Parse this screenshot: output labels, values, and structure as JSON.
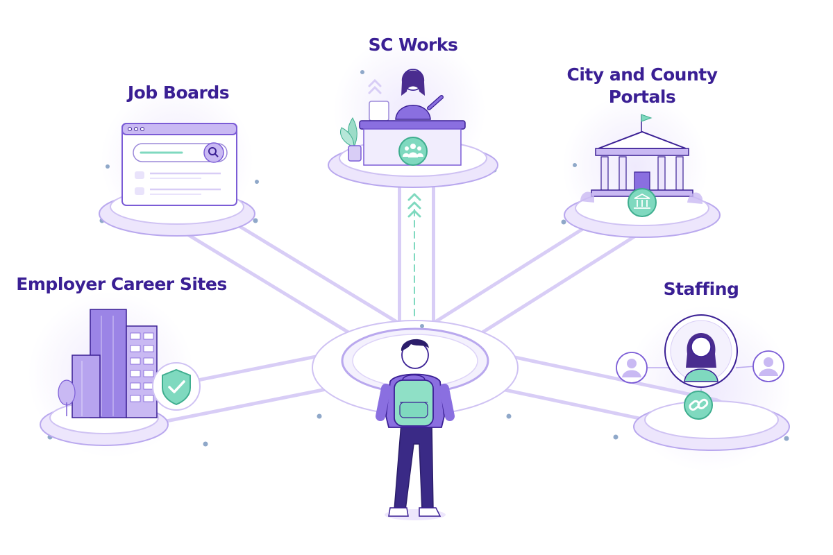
{
  "nodes": {
    "sc_works": {
      "label": "SC Works",
      "icon": "people-group-icon"
    },
    "job_boards": {
      "label": "Job Boards",
      "icon": "search-icon"
    },
    "city_county": {
      "label_line1": "City and County",
      "label_line2": "Portals",
      "icon": "government-building-icon"
    },
    "employer_sites": {
      "label": "Employer Career Sites",
      "icon": "shield-check-icon"
    },
    "staffing": {
      "label": "Staffing",
      "icon": "link-icon"
    }
  },
  "colors": {
    "primary_text": "#3a1f94",
    "purple": "#7b5cd6",
    "light_purple": "#e9e3fb",
    "mint": "#7fd9bf",
    "mint_dark": "#3fae8f"
  }
}
